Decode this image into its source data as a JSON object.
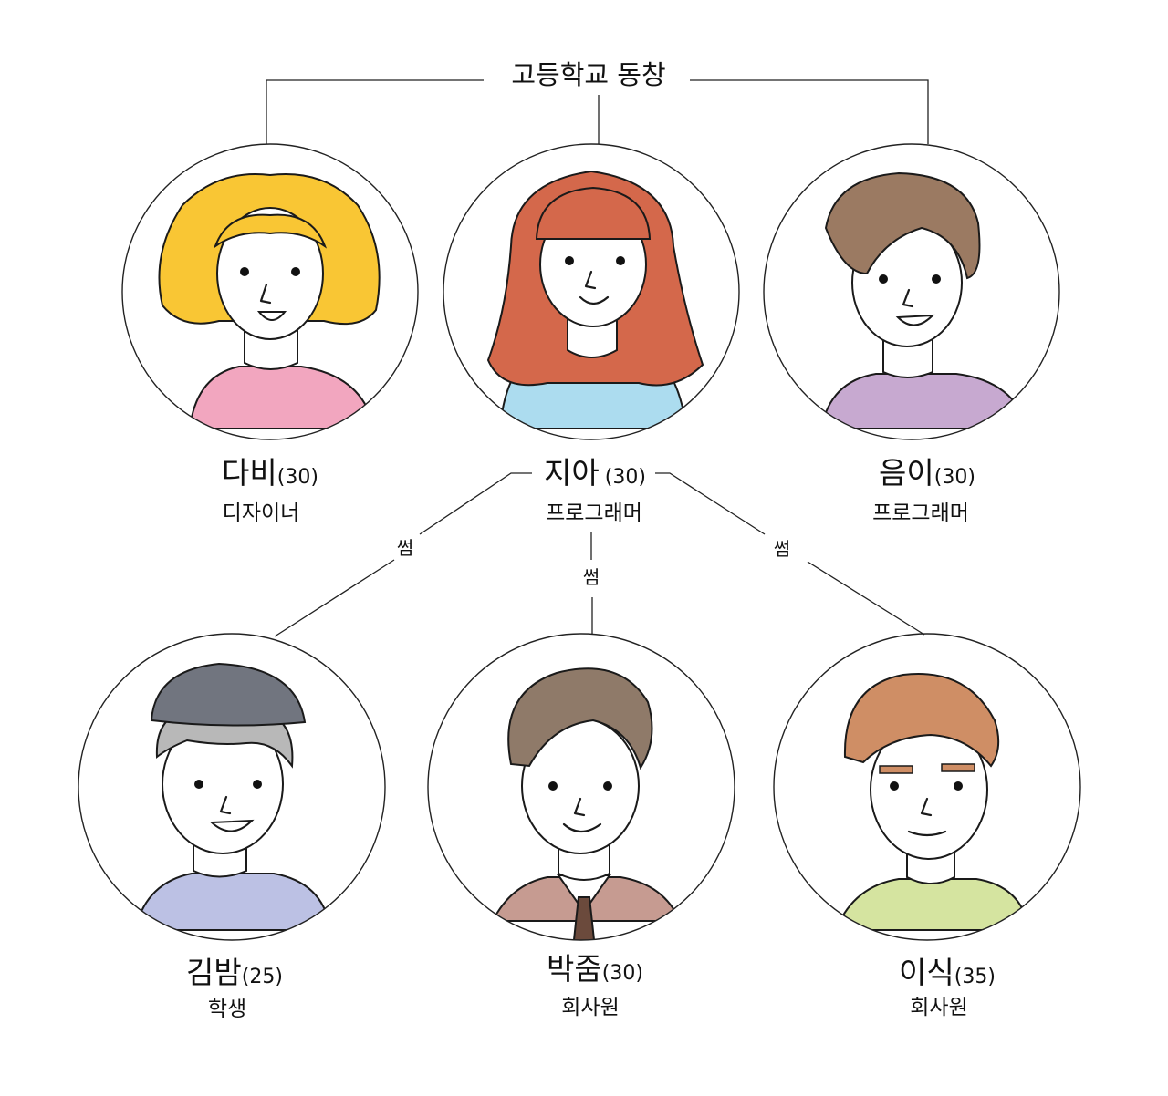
{
  "title": "고등학교 동창",
  "relation_label": "썸",
  "colors": {
    "dabi_hair": "#f9c634",
    "dabi_top": "#f2a6bf",
    "jia_hair": "#d4684b",
    "jia_top": "#acdcef",
    "eumi_hair": "#9b7a62",
    "eumi_top": "#c7a9d0",
    "kimbam_hat": "#71757f",
    "kimbam_hair": "#b8b8b8",
    "kimbam_top": "#bcc1e4",
    "bakjum_hair": "#8f7a69",
    "bakjum_top": "#c69b91",
    "bakjum_tie": "#6b4a3c",
    "isik_hair": "#cf8e65",
    "isik_top": "#d5e4a0"
  },
  "people": {
    "dabi": {
      "name": "다비",
      "age": "(30)",
      "job": "디자이너"
    },
    "jia": {
      "name": "지아",
      "age": "(30)",
      "job": "프로그래머"
    },
    "eumi": {
      "name": "음이",
      "age": "(30)",
      "job": "프로그래머"
    },
    "kimbam": {
      "name": "김밤",
      "age": "(25)",
      "job": "학생"
    },
    "bakjum": {
      "name": "박줌",
      "age": "(30)",
      "job": "회사원"
    },
    "isik": {
      "name": "이식",
      "age": "(35)",
      "job": "회사원"
    }
  }
}
